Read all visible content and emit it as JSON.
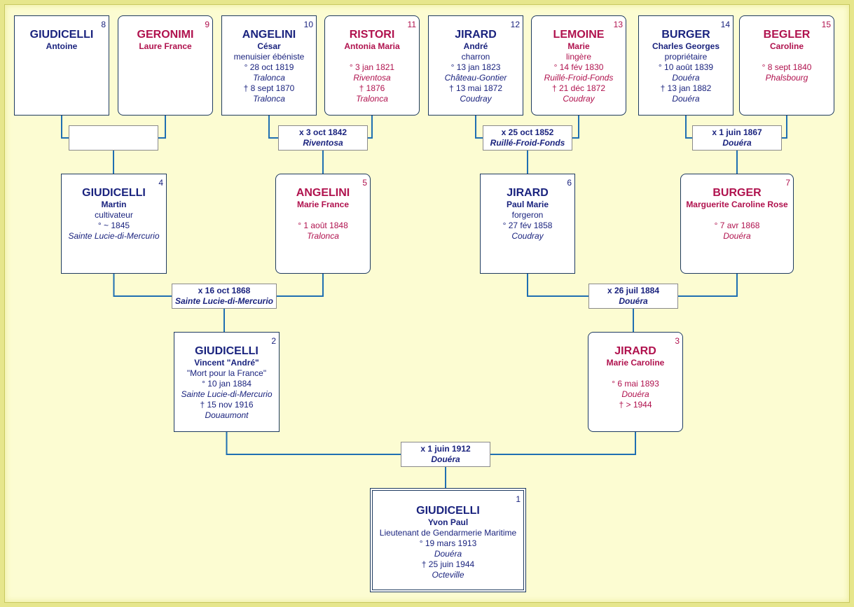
{
  "colors": {
    "male": "#1a237e",
    "female": "#b0124e",
    "line": "#1f6fb2",
    "background": "#fcfcd2"
  },
  "persons": [
    {
      "num": "1",
      "sex": "m",
      "surname": "GIUDICELLI",
      "given": "Yvon Paul",
      "lines": [
        {
          "t": "Lieutenant de Gendarmerie Maritime"
        },
        {
          "t": "° 19 mars 1913"
        },
        {
          "t": "Douéra",
          "i": true
        },
        {
          "t": "† 25 juin 1944"
        },
        {
          "t": "Octeville",
          "i": true
        }
      ]
    },
    {
      "num": "2",
      "sex": "m",
      "surname": "GIUDICELLI",
      "given": "Vincent \"André\"",
      "lines": [
        {
          "t": "\"Mort pour la France\""
        },
        {
          "t": "° 10 jan 1884"
        },
        {
          "t": "Sainte Lucie-di-Mercurio",
          "i": true
        },
        {
          "t": "† 15 nov 1916"
        },
        {
          "t": "Douaumont",
          "i": true
        }
      ]
    },
    {
      "num": "3",
      "sex": "f",
      "surname": "JIRARD",
      "given": "Marie Caroline",
      "lines": [
        {
          "t": ""
        },
        {
          "t": "° 6 mai 1893"
        },
        {
          "t": "Douéra",
          "i": true
        },
        {
          "t": "† > 1944"
        }
      ]
    },
    {
      "num": "4",
      "sex": "m",
      "surname": "GIUDICELLI",
      "given": "Martin",
      "lines": [
        {
          "t": "cultivateur"
        },
        {
          "t": "° ~ 1845"
        },
        {
          "t": "Sainte Lucie-di-Mercurio",
          "i": true
        }
      ]
    },
    {
      "num": "5",
      "sex": "f",
      "surname": "ANGELINI",
      "given": "Marie France",
      "lines": [
        {
          "t": ""
        },
        {
          "t": "° 1 août 1848"
        },
        {
          "t": "Tralonca",
          "i": true
        }
      ]
    },
    {
      "num": "6",
      "sex": "m",
      "surname": "JIRARD",
      "given": "Paul Marie",
      "lines": [
        {
          "t": "forgeron"
        },
        {
          "t": "° 27 fév 1858"
        },
        {
          "t": "Coudray",
          "i": true
        }
      ]
    },
    {
      "num": "7",
      "sex": "f",
      "surname": "BURGER",
      "given": "Marguerite Caroline Rose",
      "lines": [
        {
          "t": ""
        },
        {
          "t": "° 7 avr 1868"
        },
        {
          "t": "Douéra",
          "i": true
        }
      ]
    },
    {
      "num": "8",
      "sex": "m",
      "surname": "GIUDICELLI",
      "given": "Antoine",
      "lines": []
    },
    {
      "num": "9",
      "sex": "f",
      "surname": "GERONIMI",
      "given": "Laure France",
      "lines": []
    },
    {
      "num": "10",
      "sex": "m",
      "surname": "ANGELINI",
      "given": "César",
      "lines": [
        {
          "t": "menuisier ébéniste"
        },
        {
          "t": "° 28 oct 1819"
        },
        {
          "t": "Tralonca",
          "i": true
        },
        {
          "t": "† 8 sept 1870"
        },
        {
          "t": "Tralonca",
          "i": true
        }
      ]
    },
    {
      "num": "11",
      "sex": "f",
      "surname": "RISTORI",
      "given": "Antonia Maria",
      "lines": [
        {
          "t": ""
        },
        {
          "t": "° 3 jan 1821"
        },
        {
          "t": "Riventosa",
          "i": true
        },
        {
          "t": "† 1876"
        },
        {
          "t": "Tralonca",
          "i": true
        }
      ]
    },
    {
      "num": "12",
      "sex": "m",
      "surname": "JIRARD",
      "given": "André",
      "lines": [
        {
          "t": "charron"
        },
        {
          "t": "° 13 jan 1823"
        },
        {
          "t": "Château-Gontier",
          "i": true
        },
        {
          "t": "† 13 mai 1872"
        },
        {
          "t": "Coudray",
          "i": true
        }
      ]
    },
    {
      "num": "13",
      "sex": "f",
      "surname": "LEMOINE",
      "given": "Marie",
      "lines": [
        {
          "t": "lingère"
        },
        {
          "t": "° 14 fév 1830"
        },
        {
          "t": "Ruillé-Froid-Fonds",
          "i": true
        },
        {
          "t": "† 21 déc 1872"
        },
        {
          "t": "Coudray",
          "i": true
        }
      ]
    },
    {
      "num": "14",
      "sex": "m",
      "surname": "BURGER",
      "given": "Charles Georges",
      "lines": [
        {
          "t": "propriétaire"
        },
        {
          "t": "° 10 août 1839"
        },
        {
          "t": "Douéra",
          "i": true
        },
        {
          "t": "† 13 jan 1882"
        },
        {
          "t": "Douéra",
          "i": true
        }
      ]
    },
    {
      "num": "15",
      "sex": "f",
      "surname": "BEGLER",
      "given": "Caroline",
      "lines": [
        {
          "t": ""
        },
        {
          "t": "° 8 sept 1840"
        },
        {
          "t": "Phalsbourg",
          "i": true
        }
      ]
    }
  ],
  "marriages": [
    {
      "id": "m1",
      "date": "x 1 juin 1912",
      "place": "Douéra"
    },
    {
      "id": "m2",
      "date": "x 16 oct 1868",
      "place": "Sainte Lucie-di-Mercurio"
    },
    {
      "id": "m3",
      "date": "x 26 juil 1884",
      "place": "Douéra"
    },
    {
      "id": "m4",
      "date": "",
      "place": ""
    },
    {
      "id": "m5",
      "date": "x 3 oct 1842",
      "place": "Riventosa"
    },
    {
      "id": "m6",
      "date": "x 25 oct 1852",
      "place": "Ruillé-Froid-Fonds"
    },
    {
      "id": "m7",
      "date": "x 1 juin 1867",
      "place": "Douéra"
    }
  ]
}
